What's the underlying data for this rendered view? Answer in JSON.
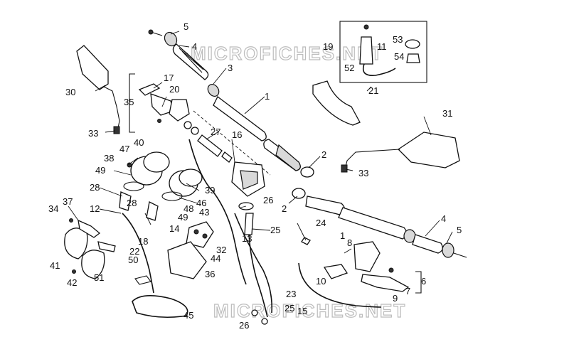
{
  "watermark": "MICROFICHES.NET",
  "callouts": [
    {
      "id": "c5a",
      "label": "5"
    },
    {
      "id": "c4a",
      "label": "4"
    },
    {
      "id": "c3",
      "label": "3"
    },
    {
      "id": "c1a",
      "label": "1"
    },
    {
      "id": "c2a",
      "label": "2"
    },
    {
      "id": "c30",
      "label": "30"
    },
    {
      "id": "c33a",
      "label": "33"
    },
    {
      "id": "c17",
      "label": "17"
    },
    {
      "id": "c20",
      "label": "20"
    },
    {
      "id": "c35",
      "label": "35"
    },
    {
      "id": "c27",
      "label": "27"
    },
    {
      "id": "c16",
      "label": "16"
    },
    {
      "id": "c40",
      "label": "40"
    },
    {
      "id": "c47",
      "label": "47"
    },
    {
      "id": "c38",
      "label": "38"
    },
    {
      "id": "c49a",
      "label": "49"
    },
    {
      "id": "c28a",
      "label": "28"
    },
    {
      "id": "c28b",
      "label": "28"
    },
    {
      "id": "c39",
      "label": "39"
    },
    {
      "id": "c46",
      "label": "46"
    },
    {
      "id": "c48",
      "label": "48"
    },
    {
      "id": "c43",
      "label": "43"
    },
    {
      "id": "c49b",
      "label": "49"
    },
    {
      "id": "c26a",
      "label": "26"
    },
    {
      "id": "c37",
      "label": "37"
    },
    {
      "id": "c34",
      "label": "34"
    },
    {
      "id": "c12",
      "label": "12"
    },
    {
      "id": "c14",
      "label": "14"
    },
    {
      "id": "c18",
      "label": "18"
    },
    {
      "id": "c22",
      "label": "22"
    },
    {
      "id": "c50",
      "label": "50"
    },
    {
      "id": "c51",
      "label": "51"
    },
    {
      "id": "c41",
      "label": "41"
    },
    {
      "id": "c42",
      "label": "42"
    },
    {
      "id": "c13",
      "label": "13"
    },
    {
      "id": "c25a",
      "label": "25"
    },
    {
      "id": "c32",
      "label": "32"
    },
    {
      "id": "c44",
      "label": "44"
    },
    {
      "id": "c36",
      "label": "36"
    },
    {
      "id": "c45",
      "label": "45"
    },
    {
      "id": "c23",
      "label": "23"
    },
    {
      "id": "c25b",
      "label": "25"
    },
    {
      "id": "c26b",
      "label": "26"
    },
    {
      "id": "c19",
      "label": "19"
    },
    {
      "id": "c11",
      "label": "11"
    },
    {
      "id": "c52",
      "label": "52"
    },
    {
      "id": "c53",
      "label": "53"
    },
    {
      "id": "c54",
      "label": "54"
    },
    {
      "id": "c21",
      "label": "21"
    },
    {
      "id": "c31",
      "label": "31"
    },
    {
      "id": "c33b",
      "label": "33"
    },
    {
      "id": "c2b",
      "label": "2"
    },
    {
      "id": "c4b",
      "label": "4"
    },
    {
      "id": "c5b",
      "label": "5"
    },
    {
      "id": "c24",
      "label": "24"
    },
    {
      "id": "c1b",
      "label": "1"
    },
    {
      "id": "c8",
      "label": "8"
    },
    {
      "id": "c10",
      "label": "10"
    },
    {
      "id": "c6",
      "label": "6"
    },
    {
      "id": "c7",
      "label": "7"
    },
    {
      "id": "c9",
      "label": "9"
    },
    {
      "id": "c15",
      "label": "15"
    }
  ]
}
